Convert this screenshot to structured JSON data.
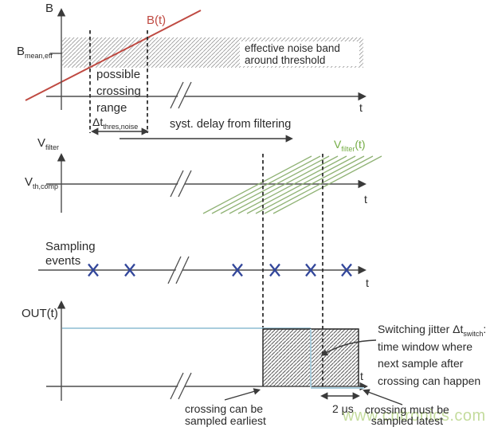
{
  "colors": {
    "signal_red": "#bf4a42",
    "signal_green": "#8fb274",
    "green_label": "#74ac44",
    "sample_blue": "#33479b",
    "out_blue": "#a9cddd",
    "axis": "#4d4d4d",
    "text": "#2b2b2b",
    "watermark_green": "#a8cb6e"
  },
  "panel_b": {
    "axis_label": "B",
    "t_label": "t",
    "threshold": {
      "main": "B",
      "sub": "mean,eff"
    },
    "signal_label": "B(t)",
    "noise_band": {
      "line1": "effective noise band",
      "line2": "around threshold"
    },
    "crossing_range": {
      "line1": "possible",
      "line2": "crossing",
      "line3": "range"
    },
    "jitter": {
      "main": "Δt",
      "sub": "thres,noise"
    },
    "delay_label": "syst. delay from filtering"
  },
  "panel_vfilter": {
    "axis_label": {
      "main": "V",
      "sub": "filter"
    },
    "threshold": {
      "main": "V",
      "sub": "th,comp"
    },
    "signal_label": {
      "main": "V",
      "sub": "filter",
      "suffix": "(t)"
    },
    "t_label": "t"
  },
  "panel_sampling": {
    "label": {
      "line1": "Sampling",
      "line2": "events"
    },
    "t_label": "t"
  },
  "panel_out": {
    "axis_label": "OUT(t)",
    "t_label": "t",
    "switching_jitter": {
      "line1_main": "Switching jitter Δt",
      "line1_sub": "switch",
      "line1_suffix": ":",
      "line2": "time window where",
      "line3": "next sample after",
      "line4": "crossing can happen"
    },
    "earliest": {
      "line1": "crossing can be",
      "line2": "sampled earliest"
    },
    "interval_label": "2 μs",
    "latest": {
      "line1": "crossing must be",
      "line2": "sampled latest"
    }
  },
  "watermark": {
    "text": "www.cntronics.com"
  }
}
